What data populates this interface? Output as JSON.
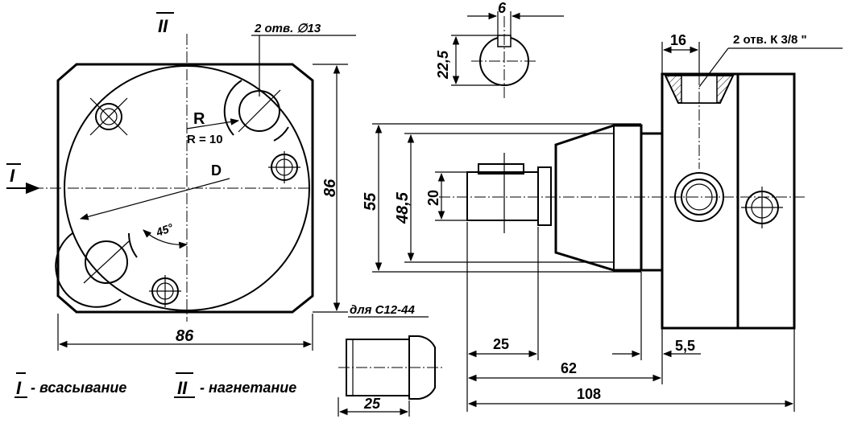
{
  "labels": {
    "section_ii_top": "II",
    "section_i_left": "I",
    "holes_13": "2 отв. ∅13",
    "radius_label": "R",
    "radius_value": "R = 10",
    "diameter_label": "D",
    "angle_label": "45°",
    "height_86": "86",
    "width_86": "86",
    "for_c12": "для С12-44",
    "dim_6": "6",
    "dim_22_5": "22,5",
    "dim_16": "16",
    "holes_k38": "2 отв. К 3/8 \"",
    "dim_55": "55",
    "dim_48_5": "48,5",
    "dim_20": "20",
    "dim_25_shaft": "25",
    "dim_62": "62",
    "dim_5_5": "5,5",
    "dim_108": "108",
    "dim_25_bottom": "25",
    "legend_i_mark": "I",
    "legend_i_text": "- всасывание",
    "legend_ii_mark": "II",
    "legend_ii_text": "- нагнетание"
  }
}
